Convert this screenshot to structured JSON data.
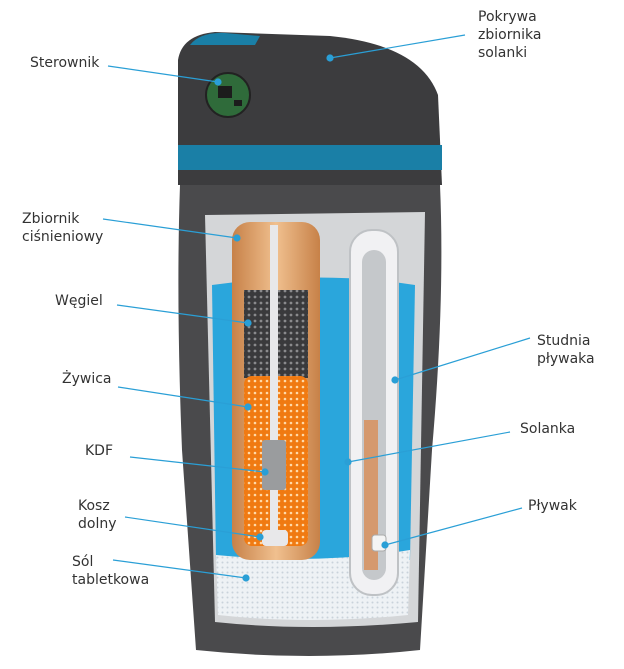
{
  "labels": {
    "controller": "Sterownik",
    "brine_tank_cover": "Pokrywa\nzbiornika\nsolanki",
    "pressure_tank": "Zbiornik\nciśnieniowy",
    "carbon": "Węgiel",
    "resin": "Żywica",
    "kdf": "KDF",
    "bottom_basket": "Kosz\ndolny",
    "tablet_salt": "Sól\ntabletkowa",
    "float_well": "Studnia\npływaka",
    "brine": "Solanka",
    "float": "Pływak"
  },
  "colors": {
    "body": "#4a4a4c",
    "band": "#1a7fa6",
    "water": "#2aa6dc",
    "resin": "#f07a12",
    "tank": "#d99a62",
    "leader": "#2a9fd6"
  }
}
